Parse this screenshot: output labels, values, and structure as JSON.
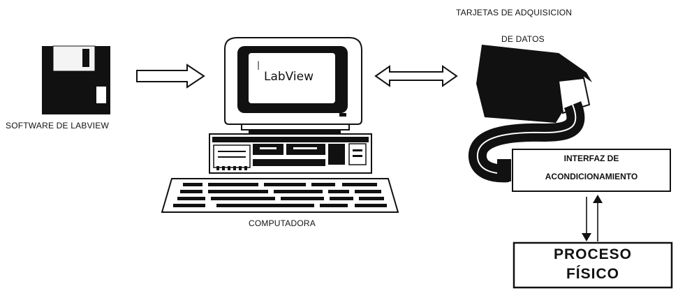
{
  "labels": {
    "software": "SOFTWARE DE LABVIEW",
    "computer": "COMPUTADORA",
    "daq_line1": "TARJETAS DE ADQUISICION",
    "daq_line2": "DE DATOS",
    "screen": "LabView",
    "interface_line1": "INTERFAZ DE",
    "interface_line2": "ACONDICIONAMIENTO",
    "process_line1": "PROCESO",
    "process_line2": "FÍSICO"
  },
  "icons": [
    "floppy-disk-icon",
    "computer-icon",
    "daq-card-icon",
    "ribbon-cable-icon"
  ]
}
